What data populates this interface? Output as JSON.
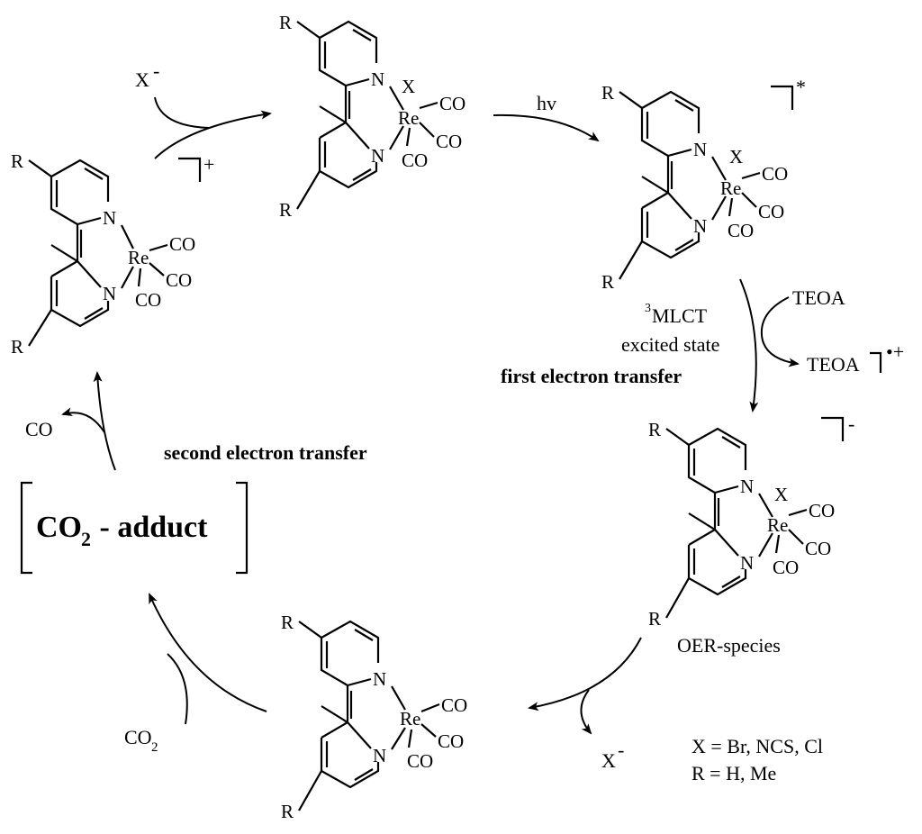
{
  "atoms": {
    "R": "R",
    "N": "N",
    "Re": "Re",
    "X": "X",
    "CO": "CO"
  },
  "charges": {
    "plus": "+",
    "star": "*",
    "minus": "-",
    "radical_plus": "•+"
  },
  "labels": {
    "x_minus": "X",
    "minus_sup": "-",
    "hv": "hv",
    "teoa": "TEOA",
    "teoa_product": "TEOA",
    "mlct_sup": "3",
    "mlct": "MLCT",
    "excited_state": "excited state",
    "first_electron_transfer": "first electron transfer",
    "second_electron_transfer": "second electron transfer",
    "co_out": "CO",
    "co2_base": "CO",
    "co2_sub": "2",
    "adduct_base": "CO",
    "adduct_sub": "2",
    "adduct_rest": " - adduct",
    "oer_species": "OER-species",
    "x_definition": "X = Br, NCS, Cl",
    "r_definition": "R = H, Me"
  }
}
